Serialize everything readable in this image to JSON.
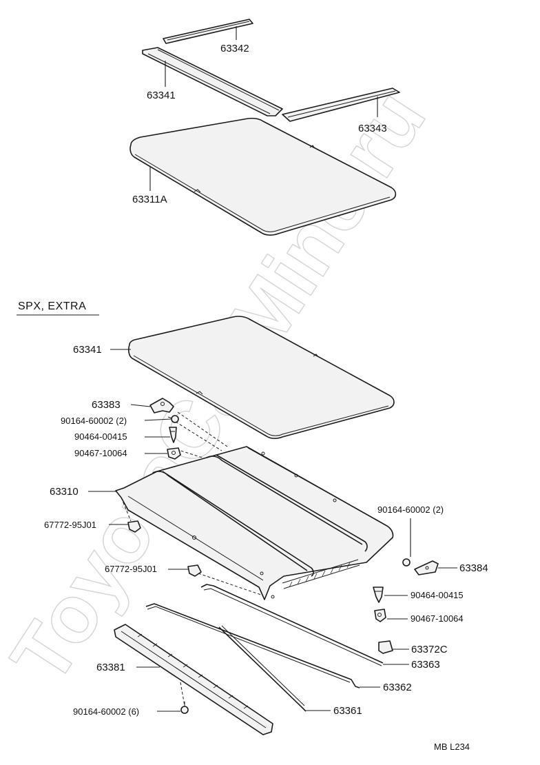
{
  "section_label": "SPX, EXTRA",
  "drawing_code": "MB  L234",
  "watermark": "ToyotaCarMine.ru",
  "parts": {
    "p63342": "63342",
    "p63341_top": "63341",
    "p63343": "63343",
    "p63311A": "63311A",
    "p63341_low": "63341",
    "p63383": "63383",
    "p90164_60002_2_left": "90164-60002 (2)",
    "p90464_00415_left": "90464-00415",
    "p90467_10064_left": "90467-10064",
    "p63310": "63310",
    "p67772_95J01_a": "67772-95J01",
    "p67772_95J01_b": "67772-95J01",
    "p90164_60002_2_right": "90164-60002 (2)",
    "p63384": "63384",
    "p90464_00415_right": "90464-00415",
    "p90467_10064_right": "90467-10064",
    "p63372C": "63372C",
    "p63363": "63363",
    "p63362": "63362",
    "p63381": "63381",
    "p63361": "63361",
    "p90164_60002_6": "90164-60002 (6)"
  }
}
